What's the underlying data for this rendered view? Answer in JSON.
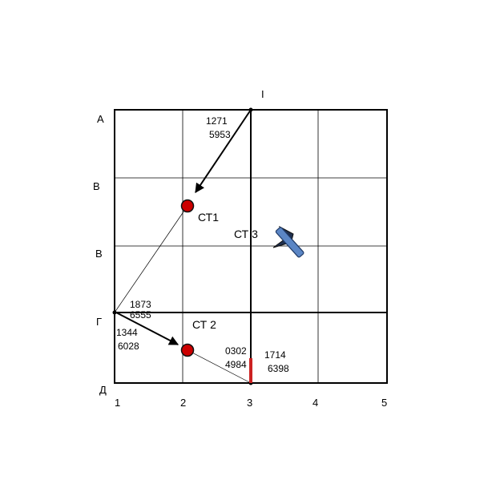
{
  "row_labels": [
    "А",
    "В",
    "В",
    "Г",
    "Д"
  ],
  "col_labels": [
    "1",
    "2",
    "3",
    "4",
    "5"
  ],
  "top_marker": "I",
  "stations": {
    "st1": "СТ1",
    "st2": "СТ 2",
    "st3": "СТ 3"
  },
  "coords": {
    "top_a": "1271",
    "top_b": "5953",
    "left_upper_a": "1873",
    "left_upper_b": "6555",
    "left_lower_a": "1344",
    "left_lower_b": "6028",
    "bottom_left_a": "0302",
    "bottom_left_b": "4984",
    "bottom_right_a": "1714",
    "bottom_right_b": "6398"
  },
  "colors": {
    "station_marker": "#cc0000",
    "aircraft": "#5b86c5",
    "red_mark": "#cc2222"
  },
  "icons": {
    "station_marker": "red-dot-icon",
    "aircraft": "aircraft-icon"
  }
}
